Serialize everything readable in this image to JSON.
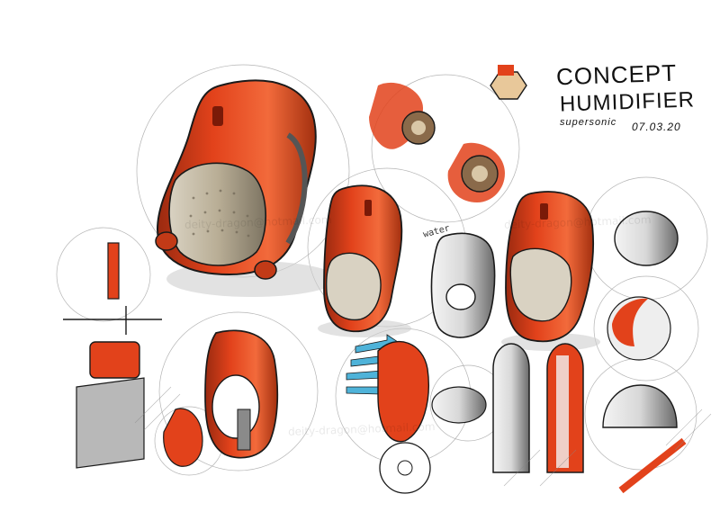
{
  "title": {
    "line1": "CONCEPT",
    "line2": "HUMIDIFIER",
    "subtitle": "supersonic",
    "date": "07.03.20"
  },
  "labels": {
    "water": "water"
  },
  "watermark": {
    "text": "deity-dragon@hotmail.com"
  },
  "colors": {
    "accent": "#e2421b",
    "shadow": "#8a1f0a",
    "metal": "#b9ae96",
    "ink": "#1a1a1a",
    "arrow": "#4fb3d9"
  }
}
